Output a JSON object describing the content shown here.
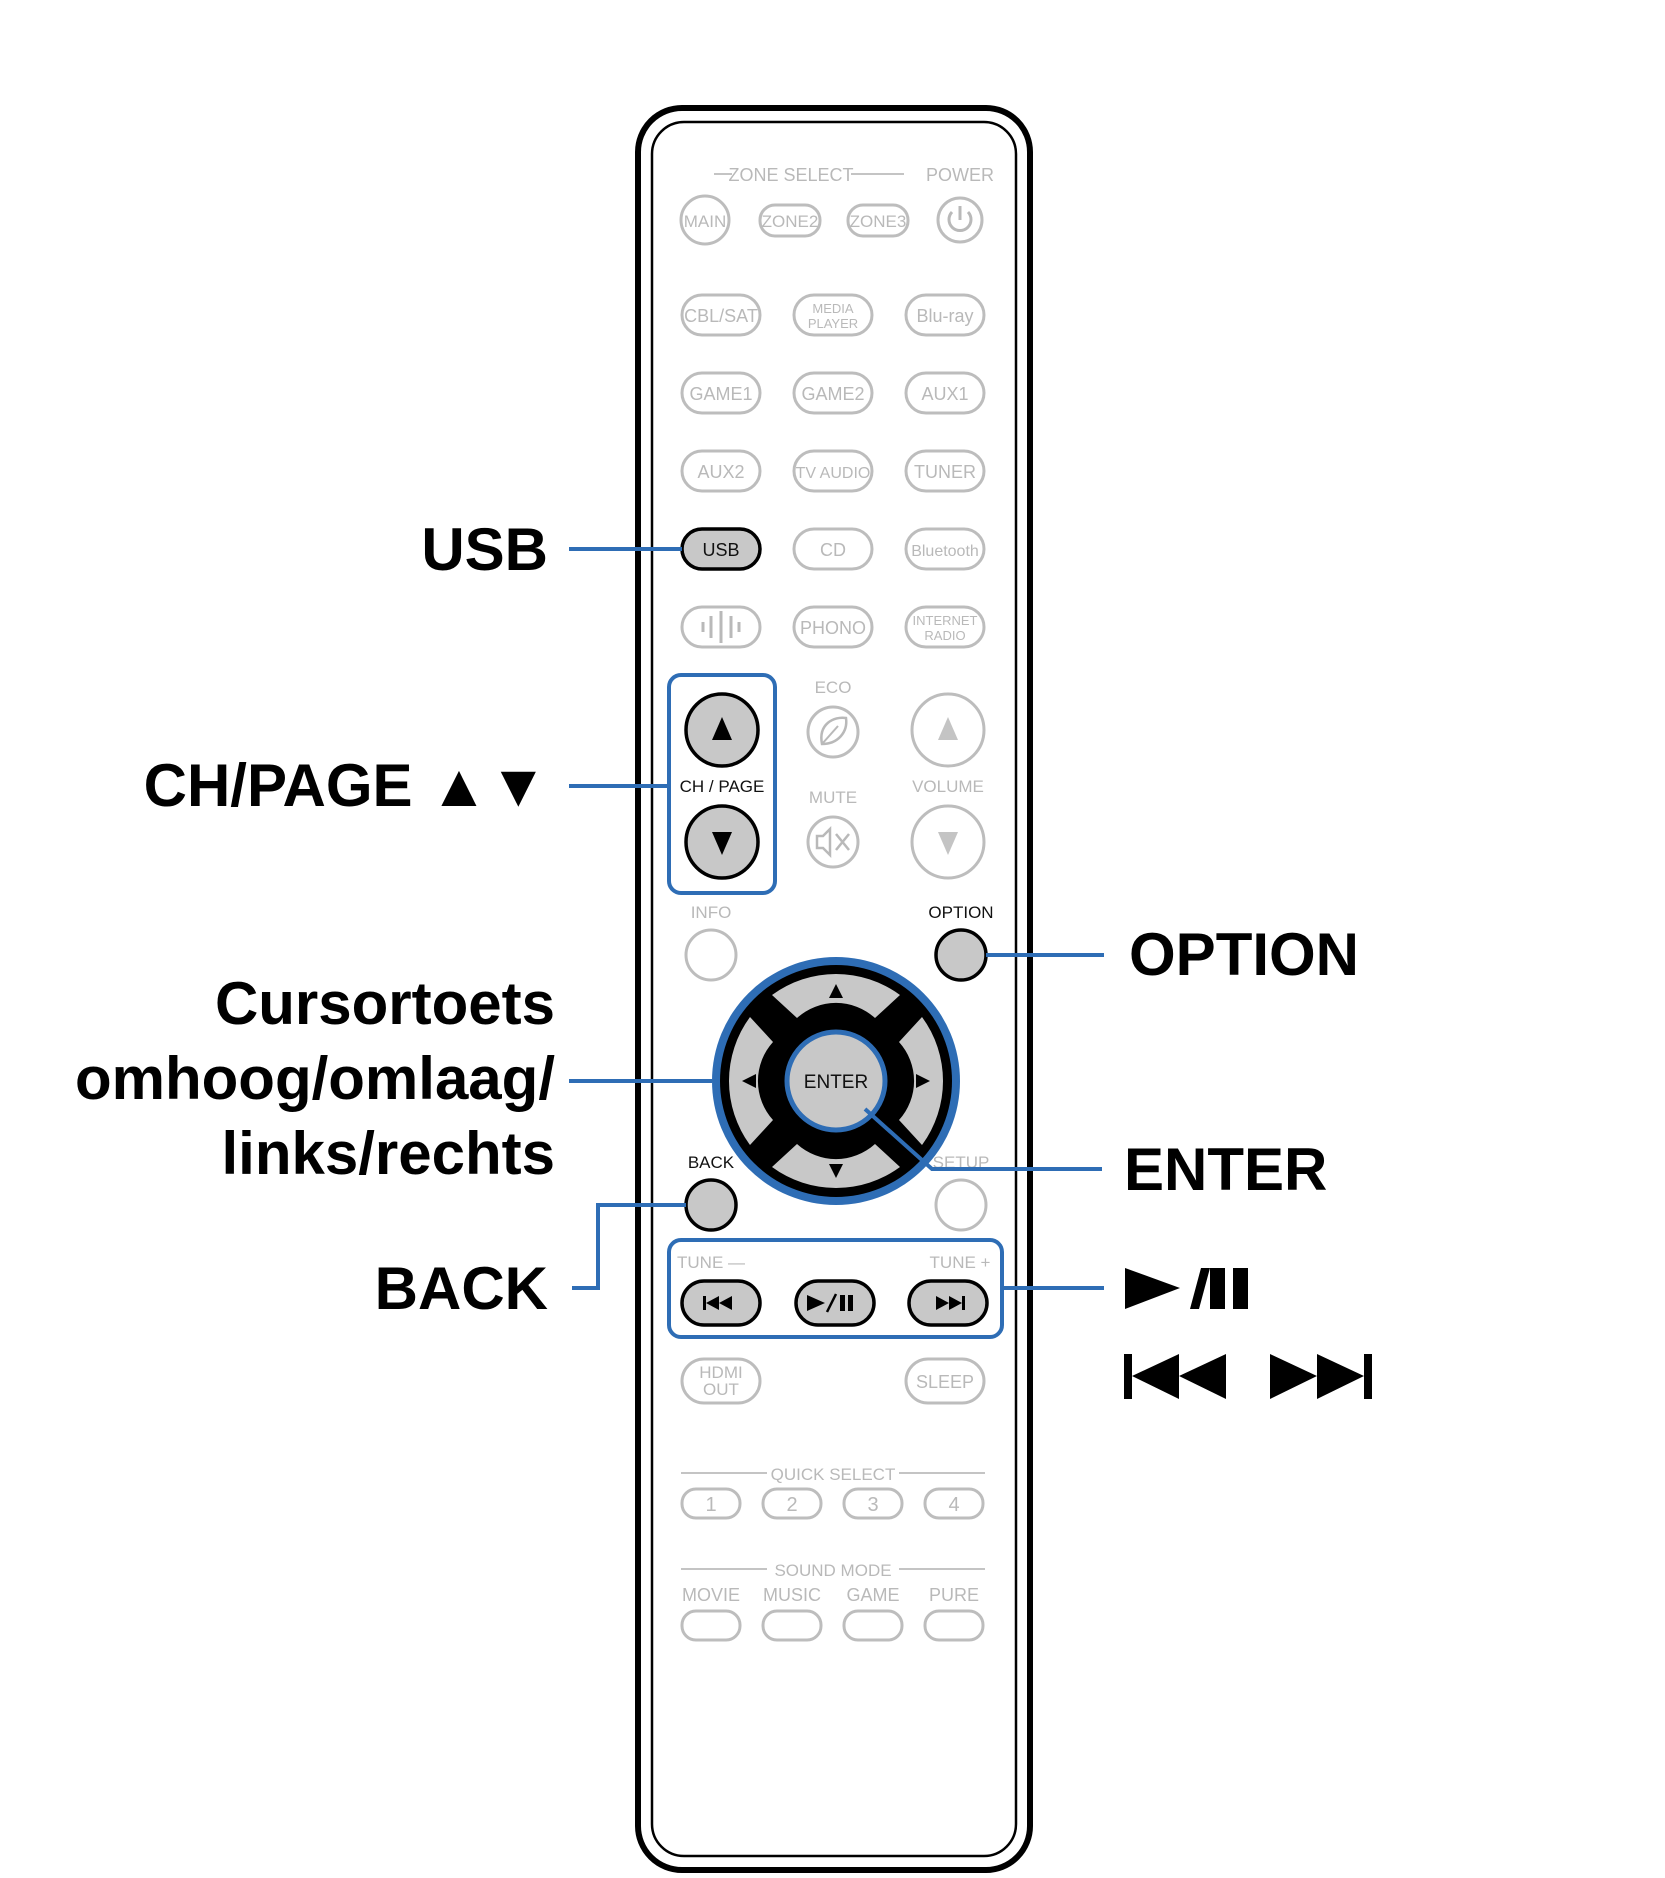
{
  "callouts": {
    "usb": "USB",
    "ch_page": "CH/PAGE ▲▼",
    "cursor_line1": "Cursortoets",
    "cursor_line2": "omhoog/omlaag/",
    "cursor_line3": "links/rechts",
    "back": "BACK",
    "option": "OPTION",
    "enter": "ENTER",
    "play_pause": "►/▌▌",
    "skip": "▌◄◄ ►►▌"
  },
  "remote": {
    "zone_select": "ZONE SELECT",
    "power": "POWER",
    "main": "MAIN",
    "zone2": "ZONE2",
    "zone3": "ZONE3",
    "cbl_sat": "CBL/SAT",
    "media_player_1": "MEDIA",
    "media_player_2": "PLAYER",
    "bluray": "Blu-ray",
    "game1": "GAME1",
    "game2": "GAME2",
    "aux1": "AUX1",
    "aux2": "AUX2",
    "tv_audio": "TV AUDIO",
    "tuner": "TUNER",
    "usb": "USB",
    "cd": "CD",
    "bluetooth": "Bluetooth",
    "phono": "PHONO",
    "internet_radio_1": "INTERNET",
    "internet_radio_2": "RADIO",
    "eco": "ECO",
    "ch_page": "CH / PAGE",
    "mute": "MUTE",
    "volume": "VOLUME",
    "info": "INFO",
    "option": "OPTION",
    "enter": "ENTER",
    "back": "BACK",
    "setup": "SETUP",
    "tune_minus": "TUNE —",
    "tune_plus": "TUNE +",
    "hdmi_out_1": "HDMI",
    "hdmi_out_2": "OUT",
    "sleep": "SLEEP",
    "quick_select": "QUICK SELECT",
    "qs1": "1",
    "qs2": "2",
    "qs3": "3",
    "qs4": "4",
    "sound_mode": "SOUND MODE",
    "movie": "MOVIE",
    "music": "MUSIC",
    "game": "GAME",
    "pure": "PURE"
  },
  "colors": {
    "highlight_frame": "#2e6db5",
    "active_button": "#c8c8c8",
    "inactive_label": "#b9b9b9"
  }
}
